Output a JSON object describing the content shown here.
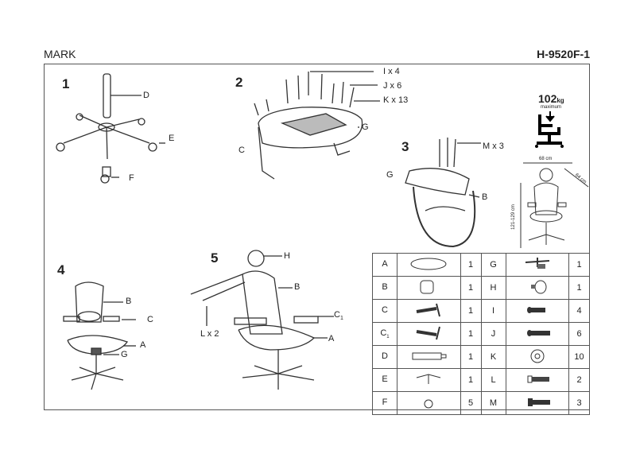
{
  "header": {
    "product": "MARK",
    "code": "H-9520F-1"
  },
  "steps": {
    "s1": {
      "number": "1",
      "labels": [
        "D",
        "E",
        "F"
      ]
    },
    "s2": {
      "number": "2",
      "labels": [
        "I x 4",
        "J x 6",
        "K x 13",
        "G",
        "C"
      ]
    },
    "s3": {
      "number": "3",
      "labels": [
        "M x 3",
        "G",
        "B"
      ]
    },
    "s4": {
      "number": "4",
      "labels": [
        "B",
        "C",
        "A",
        "G"
      ]
    },
    "s5": {
      "number": "5",
      "labels": [
        "H",
        "B",
        "C",
        "1",
        "L x 2",
        "A"
      ]
    }
  },
  "specs": {
    "max_load": "102",
    "unit": "kg",
    "max_label": "maximum",
    "width": "68 cm",
    "depth": "64 cm",
    "height": "121-129 cm"
  },
  "parts": [
    {
      "l": "A",
      "l_sub": "",
      "q": "1",
      "r": "G",
      "rq": "1"
    },
    {
      "l": "B",
      "l_sub": "",
      "q": "1",
      "r": "H",
      "rq": "1"
    },
    {
      "l": "C",
      "l_sub": "",
      "q": "1",
      "r": "I",
      "rq": "4"
    },
    {
      "l": "C",
      "l_sub": "1",
      "q": "1",
      "r": "J",
      "rq": "6"
    },
    {
      "l": "D",
      "l_sub": "",
      "q": "1",
      "r": "K",
      "rq": "10"
    },
    {
      "l": "E",
      "l_sub": "",
      "q": "1",
      "r": "L",
      "rq": "2"
    },
    {
      "l": "F",
      "l_sub": "",
      "q": "5",
      "r": "M",
      "rq": "3"
    }
  ]
}
